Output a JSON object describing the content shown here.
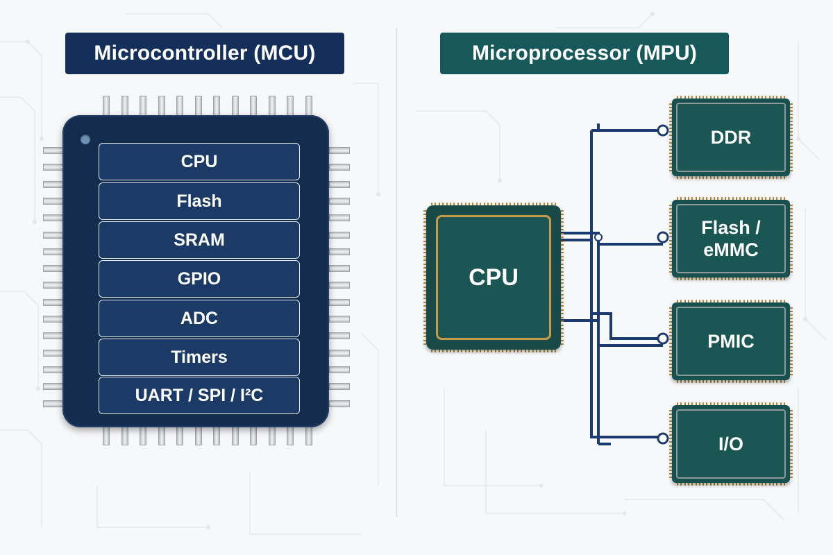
{
  "mcu": {
    "title": "Microcontroller (MCU)",
    "blocks": [
      "CPU",
      "Flash",
      "SRAM",
      "GPIO",
      "ADC",
      "Timers",
      "UART / SPI / I²C"
    ]
  },
  "mpu": {
    "title": "Microprocessor (MPU)",
    "cpu_label": "CPU",
    "peripherals": [
      "DDR",
      "Flash /\neMMC",
      "PMIC",
      "I/O"
    ]
  },
  "colors": {
    "mcu_accent": "#14305a",
    "mpu_accent": "#17595a",
    "bus": "#1a3a70",
    "cpu_outline": "#c79b4a"
  }
}
